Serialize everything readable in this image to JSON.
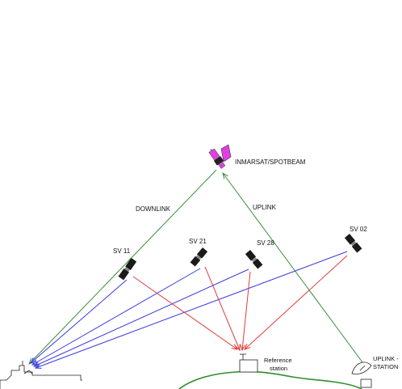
{
  "labels": {
    "inmarsat": "INMARSAT/SPOTBEAM",
    "downlink": "DOWNLINK",
    "uplink": "UPLINK",
    "sv11": "SV 11",
    "sv21": "SV 21",
    "sv28": "SV 28",
    "sv02": "SV 02",
    "reference_line1": "Reference",
    "reference_line2": "station",
    "uplink_station_line1": "UPLINK -",
    "uplink_station_line2": "STATION"
  },
  "colors": {
    "downlink_uplink": "#3c8c3c",
    "gps_to_ship": "#3a3ae0",
    "gps_to_reference": "#e03a3a",
    "satellite_body": "#1a1a1a",
    "inmarsat_body": "#e040e0",
    "terrain": "#2f8f2f"
  },
  "icons": {
    "gps_satellite": "gps-satellite-icon",
    "inmarsat_satellite": "inmarsat-satellite-icon",
    "ship": "ship-icon",
    "reference_station": "reference-station-icon",
    "dish": "satellite-dish-icon"
  }
}
